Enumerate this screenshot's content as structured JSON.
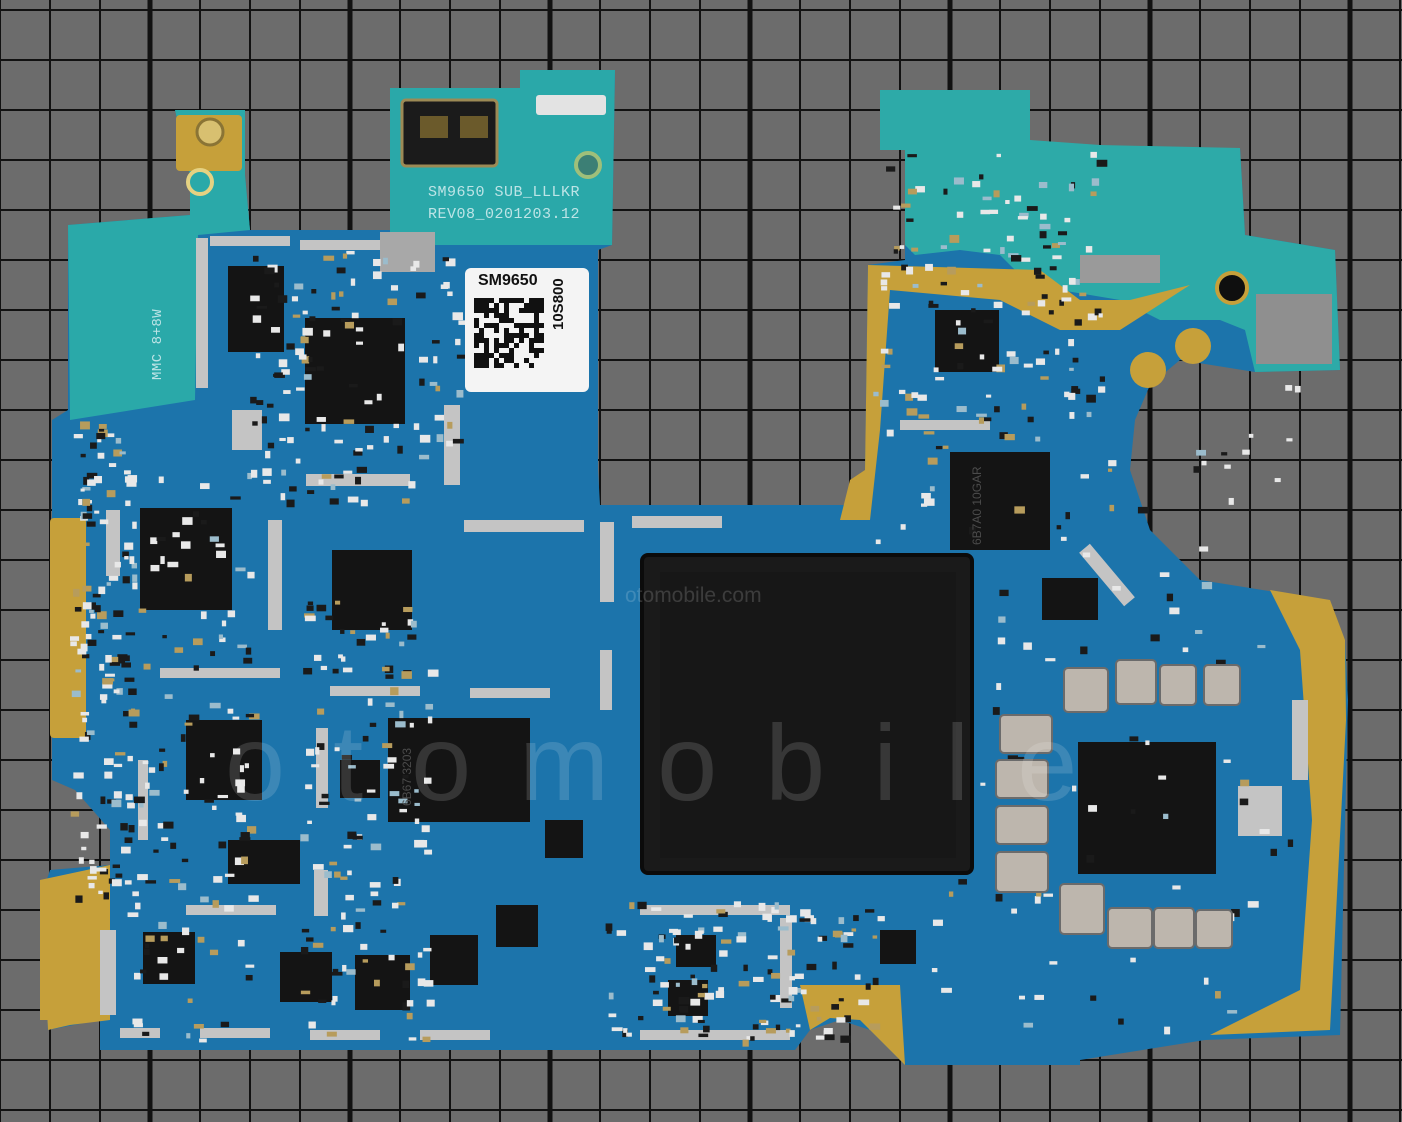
{
  "board": {
    "silkscreen_model": "SM9650 SUB_LLLKR",
    "silkscreen_rev": "REV08_0201203.12",
    "sticker_model": "SM9650",
    "sticker_serial": "10S800",
    "side_marking": "MMC 8+8W"
  },
  "chip_markings": {
    "pmic": "6B67 3203",
    "radio": "6B7A0 10GAR"
  },
  "watermark": {
    "site": "otomobile.com",
    "brand": "otomobile"
  },
  "colors": {
    "background": "#6e6e6e",
    "grid_line": "#0f0f0f",
    "pcb_teal": "#2ea6ad",
    "pcb_blue": "#1a6ea8",
    "gold": "#c9a33b",
    "chip": "#151515",
    "shield": "#bfbfbf"
  }
}
